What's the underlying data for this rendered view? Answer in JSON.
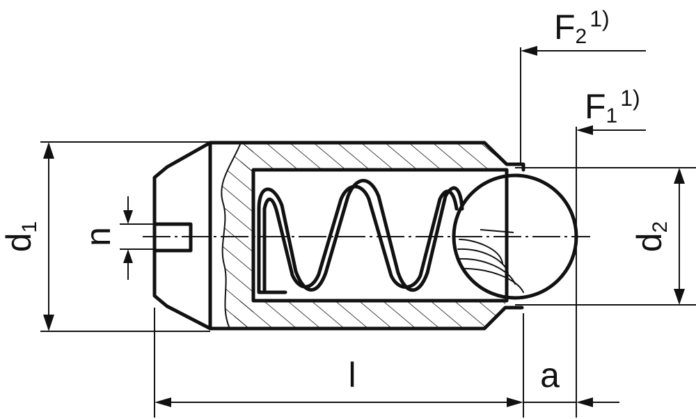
{
  "labels": {
    "d1": {
      "main": "d",
      "sub": "1"
    },
    "d2": {
      "main": "d",
      "sub": "2"
    },
    "n": "n",
    "l": "l",
    "a": "a",
    "F1": {
      "main": "F",
      "sub": "1",
      "sup": "1)"
    },
    "F2": {
      "main": "F",
      "sub": "2",
      "sup": "1)"
    }
  },
  "colors": {
    "line": "#111111",
    "background": "#ffffff"
  }
}
